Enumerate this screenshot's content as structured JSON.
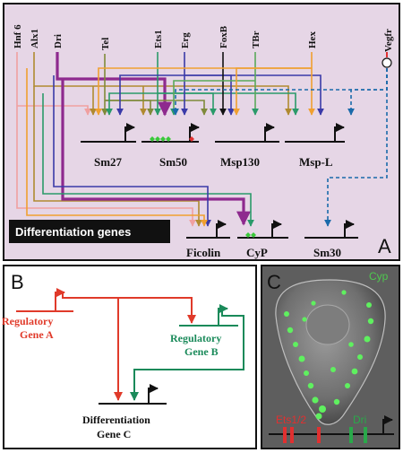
{
  "panelA": {
    "label": "A",
    "box_label": "Differentiation genes",
    "regulators": [
      "Hnf 6",
      "Alx1",
      "Dri",
      "Tel",
      "Ets1",
      "Erg",
      "FoxB",
      "TBr",
      "Hex",
      "Vegfr"
    ],
    "genes": [
      "Sm27",
      "Sm50",
      "Msp130",
      "Msp-L",
      "Ficolin",
      "CyP",
      "Sm30"
    ]
  },
  "panelB": {
    "label": "B",
    "gene_a_line1": "Regulatory",
    "gene_a_line2": "Gene A",
    "gene_b_line1": "Regulatory",
    "gene_b_line2": "Gene B",
    "gene_c_line1": "Differentiation",
    "gene_c_line2": "Gene C"
  },
  "panelC": {
    "label": "C",
    "stain": "Cyp",
    "site_ets": "Ets1/2",
    "site_dri": "Dri"
  },
  "colors": {
    "panelA_bg": "#e6d6e6",
    "hnf6": "#f0a0a0",
    "alx1": "#b08a30",
    "dri": "#8e2a8e",
    "tel": "#7f8a3a",
    "ets1": "#2a9a6a",
    "erg": "#3a3aa8",
    "foxb": "#111111",
    "tbr": "#5aaa5a",
    "hex": "#f0a030",
    "vegfr": "#1a6aaa",
    "regulatory_a": "#e03a2a",
    "regulatory_b": "#1a8a5a"
  }
}
